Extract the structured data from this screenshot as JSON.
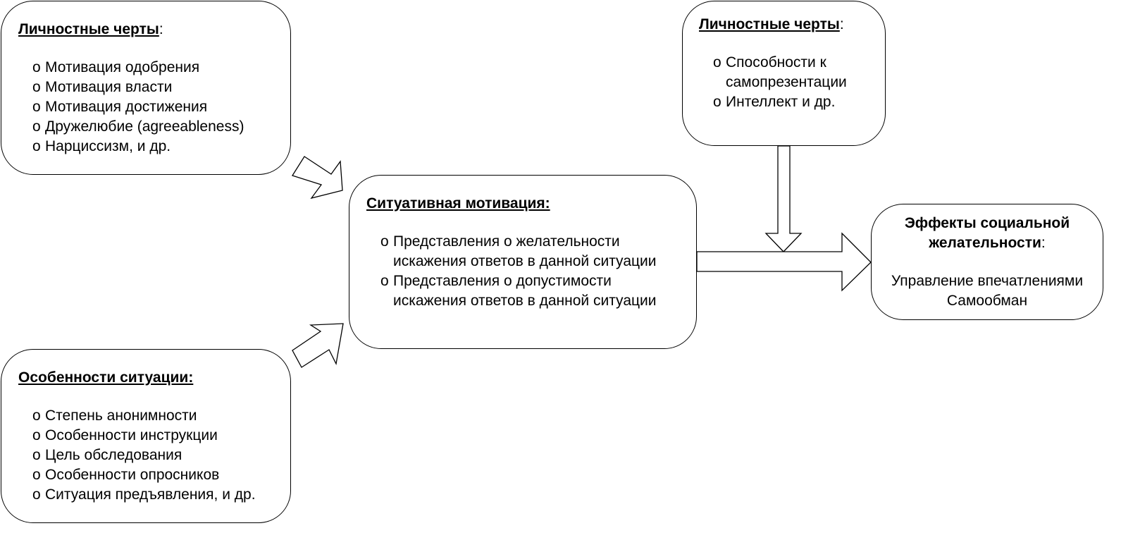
{
  "personality_left": {
    "title": "Личностные черты",
    "title_suffix": ":",
    "bullet": "o",
    "items": [
      "Мотивация одобрения",
      "Мотивация власти",
      "Мотивация достижения",
      "Дружелюбие (agreeableness)",
      "Нарциссизм, и др."
    ]
  },
  "personality_right": {
    "title": "Личностные черты",
    "title_suffix": ":",
    "bullet": "o",
    "items": [
      [
        "Способности к",
        "самопрезентации"
      ],
      [
        "Интеллект и др."
      ]
    ]
  },
  "situational_motivation": {
    "title": "Ситуативная мотивация:",
    "bullet": "o",
    "items": [
      [
        "Представления о желательности",
        "искажения ответов в данной ситуации"
      ],
      [
        "Представления о допустимости",
        "искажения ответов в данной ситуации"
      ]
    ]
  },
  "situation_features": {
    "title": "Особенности ситуации:",
    "bullet": "o",
    "items": [
      "Степень анонимности",
      "Особенности инструкции",
      "Цель обследования",
      "Особенности опросников",
      "Ситуация предъявления, и др."
    ]
  },
  "effects": {
    "title_line1": "Эффекты социальной",
    "title_line2": "желательности",
    "title_suffix": ":",
    "lines": [
      "Управление впечатлениями",
      "Самообман"
    ]
  }
}
